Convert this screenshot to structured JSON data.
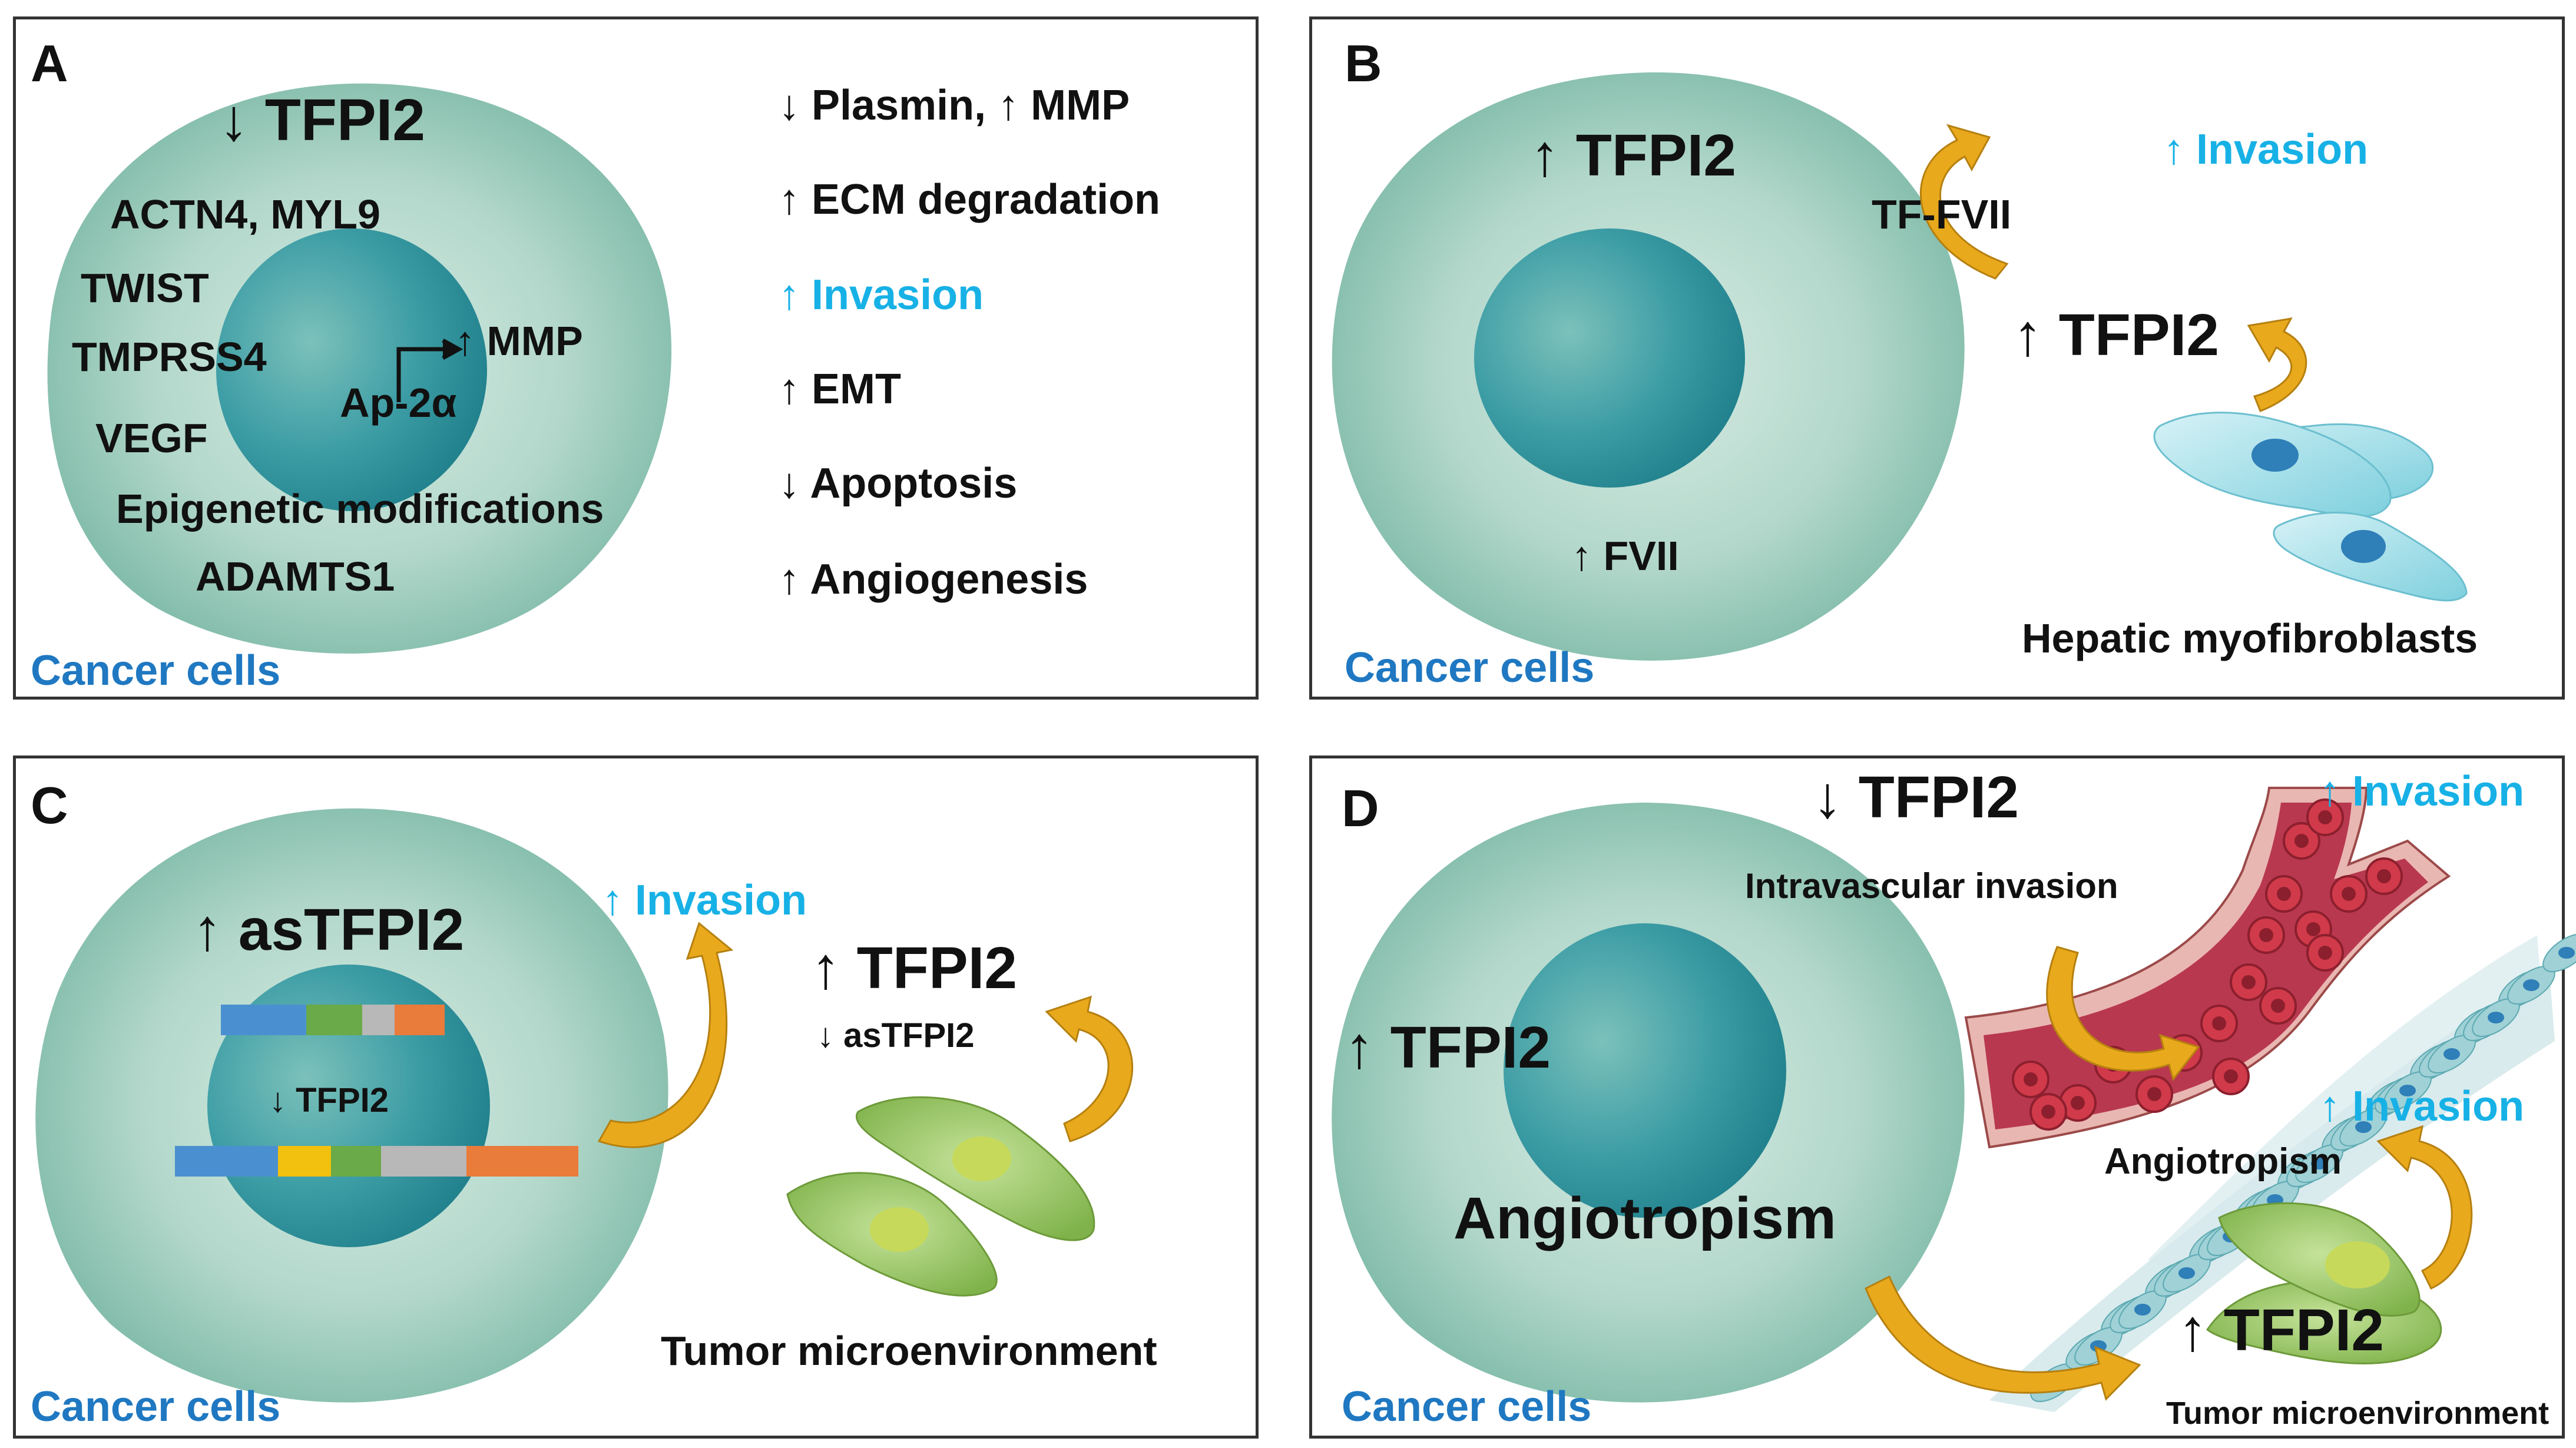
{
  "colors": {
    "cancer_label": "#1f78c1",
    "invasion": "#17b1e6",
    "cell_cytoplasm": "#a9d3c6",
    "cell_nucleus": "#2f9ba3",
    "arrow": "#e9a91c",
    "myofibroblast": "#7fd3e0",
    "fibroblast": "#9ccc62",
    "vessel": "#b8384f"
  },
  "panel_a": {
    "letter": "A",
    "tfpi2": "↓ TFPI2",
    "factors": [
      "ACTN4, MYL9",
      "TWIST",
      "TMPRSS4",
      "VEGF",
      "Epigenetic modifications",
      "ADAMTS1"
    ],
    "mmp": "↑ MMP",
    "ap2": "Ap-2α",
    "effects": [
      "↓ Plasmin, ↑ MMP",
      "↑ ECM degradation",
      "↑ Invasion",
      "↑ EMT",
      "↓ Apoptosis",
      "↑ Angiogenesis"
    ],
    "cancer_label": "Cancer cells"
  },
  "panel_b": {
    "letter": "B",
    "tfpi2_cell": "↑ TFPI2",
    "fvii": "↑ FVII",
    "tf_fvii": "TF-FVII",
    "invasion": "↑ Invasion",
    "tfpi2_fibro": "↑ TFPI2",
    "hepatic": "Hepatic myofibroblasts",
    "cancer_label": "Cancer cells"
  },
  "panel_c": {
    "letter": "C",
    "astfpi2": "↑ asTFPI2",
    "tfpi2_small": "↓ TFPI2",
    "invasion": "↑ Invasion",
    "tfpi2_tme": "↑ TFPI2",
    "astfpi2_small": "↓ asTFPI2",
    "tme": "Tumor microenvironment",
    "cancer_label": "Cancer cells",
    "gene_colors_top": [
      "#4a90d0",
      "#6aaa48",
      "#b8b8b8",
      "#e97b3b"
    ],
    "gene_colors_bottom": [
      "#4a90d0",
      "#f2c00f",
      "#6aaa48",
      "#b8b8b8",
      "#e97b3b"
    ]
  },
  "panel_d": {
    "letter": "D",
    "tfpi2_vessel": "↓ TFPI2",
    "intravascular": "Intravascular invasion",
    "invasion_top": "↑ Invasion",
    "invasion_mid": "↑ Invasion",
    "tfpi2_cell": "↑ TFPI2",
    "angiotropism_cell": "Angiotropism",
    "angiotropism_small": "Angiotropism",
    "tfpi2_tme": "↑ TFPI2",
    "tme": "Tumor microenvironment",
    "cancer_label": "Cancer cells"
  }
}
